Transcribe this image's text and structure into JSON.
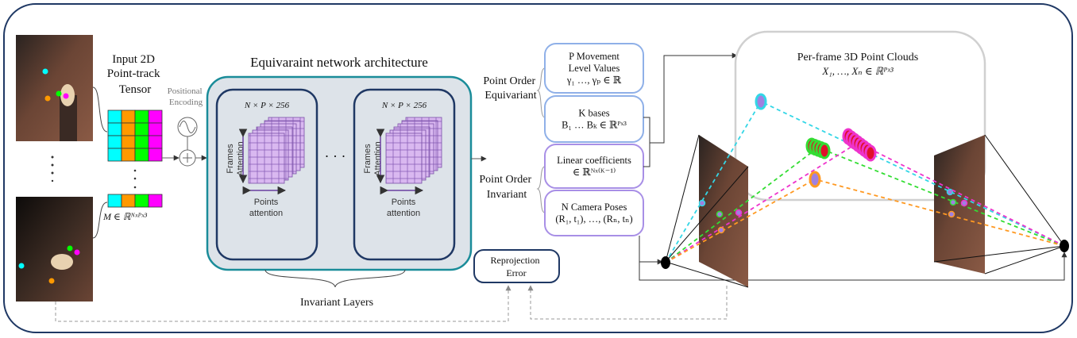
{
  "input": {
    "title_lines": [
      "Input 2D",
      "Point-track",
      "Tensor"
    ],
    "tensor_label": "M ∈ ℝᴺˣᴾˣ³",
    "track_colors": [
      "#00ffff",
      "#ff9900",
      "#00ff00",
      "#ff00ff"
    ]
  },
  "positional_encoding": {
    "lines": [
      "Positional",
      "Encoding"
    ]
  },
  "network": {
    "title": "Equivaraint network architecture",
    "block_dims": "N × P × 256",
    "frames_attention": [
      "Frames",
      "Attention"
    ],
    "points_attention": [
      "Points",
      "attention"
    ],
    "ellipsis": "· · ·",
    "invariant_layers": "Invariant Layers"
  },
  "outputs": {
    "equivariant_label": [
      "Point Order",
      "Equivariant"
    ],
    "invariant_label": [
      "Point Order",
      "Invariant"
    ],
    "boxes": [
      {
        "lines": [
          "P Movement",
          "Level Values",
          "γ₁ …, γₚ ∈ ℝ"
        ]
      },
      {
        "lines": [
          "K bases",
          "B₁ … Bₖ ∈ ℝᴾˣ³"
        ]
      },
      {
        "lines": [
          "Linear coefficients",
          "∈ ℝᴺˣ⁽ᴷ⁻¹⁾"
        ]
      },
      {
        "lines": [
          "N Camera Poses",
          "(R₁, t₁), …, (Rₙ, tₙ)"
        ]
      }
    ]
  },
  "reprojection": {
    "lines": [
      "Reprojection",
      "Error"
    ]
  },
  "point_clouds": {
    "title": "Per-frame 3D Point Clouds",
    "formula": "X₁, …, Xₙ ∈ ℝᴾˣ³"
  },
  "colors": {
    "frame": "#1f3864",
    "network_border": "#1a8c99",
    "equivariant_border": "#8fb0e8",
    "invariant_border": "#a88fe6"
  }
}
